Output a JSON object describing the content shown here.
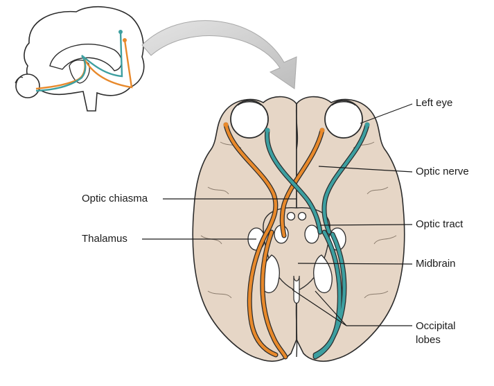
{
  "labels": {
    "left_eye": "Left eye",
    "optic_nerve": "Optic nerve",
    "optic_tract": "Optic tract",
    "midbrain": "Midbrain",
    "occipital_lobes_line1": "Occipital",
    "occipital_lobes_line2": "lobes",
    "optic_chiasma": "Optic chiasma",
    "thalamus": "Thalamus"
  },
  "colors": {
    "brain_fill": "#e6d6c6",
    "outline": "#2b2b2b",
    "left_pathway": "#e8892b",
    "right_pathway": "#3d9fa0",
    "arrow_fill": "#cfcfcf",
    "leader_line": "#1a1a1a"
  }
}
